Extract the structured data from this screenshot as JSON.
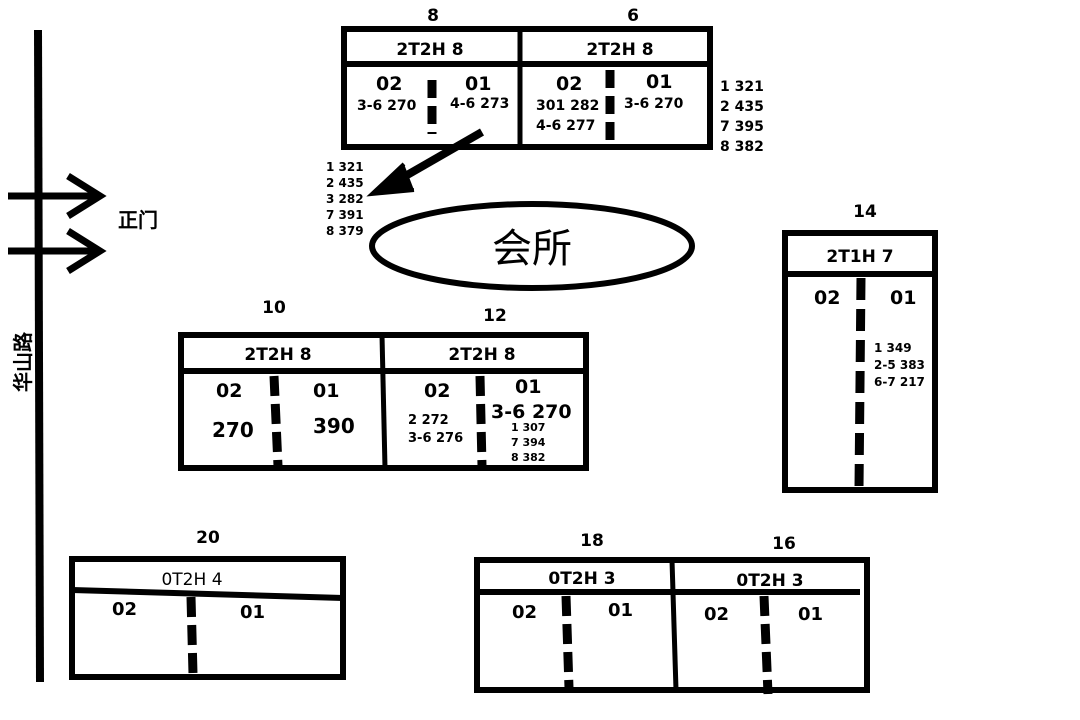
{
  "road_label": "华山路",
  "gate_label": "正门",
  "clubhouse_label": "会所",
  "callout_list": [
    "1  321",
    "2  435",
    "3  282",
    "7  391",
    "8  379"
  ],
  "buildings": {
    "b8": {
      "number": "8",
      "header": "2T2H  8",
      "u02": {
        "label": "02",
        "lines": [
          "3-6  270"
        ]
      },
      "u01": {
        "label": "01",
        "lines": [
          "4-6  273"
        ]
      }
    },
    "b6": {
      "number": "6",
      "header": "2T2H  8",
      "u02": {
        "label": "02",
        "lines": [
          "301  282",
          "4-6  277"
        ]
      },
      "u01": {
        "label": "01",
        "lines": [
          "3-6  270"
        ]
      },
      "side_list": [
        "1  321",
        "2  435",
        "7  395",
        "8  382"
      ]
    },
    "b10": {
      "number": "10",
      "header": "2T2H  8",
      "u02": {
        "label": "02",
        "lines": [
          "270"
        ]
      },
      "u01": {
        "label": "01",
        "lines": [
          "390"
        ]
      }
    },
    "b12": {
      "number": "12",
      "header": "2T2H  8",
      "u02": {
        "label": "02",
        "lines": [
          "2  272",
          "3-6  276"
        ]
      },
      "u01": {
        "label": "01",
        "main": "3-6  270",
        "lines": [
          "1  307",
          "7  394",
          "8  382"
        ]
      }
    },
    "b14": {
      "number": "14",
      "header": "2T1H  7",
      "u02": {
        "label": "02"
      },
      "u01": {
        "label": "01",
        "lines": [
          "1  349",
          "2-5  383",
          "6-7  217"
        ]
      }
    },
    "b20": {
      "number": "20",
      "header": "0T2H  4",
      "u02": {
        "label": "02"
      },
      "u01": {
        "label": "01"
      }
    },
    "b18": {
      "number": "18",
      "header": "0T2H  3",
      "u02": {
        "label": "02"
      },
      "u01": {
        "label": "01"
      }
    },
    "b16": {
      "number": "16",
      "header": "0T2H  3",
      "u02": {
        "label": "02"
      },
      "u01": {
        "label": "01"
      }
    }
  }
}
